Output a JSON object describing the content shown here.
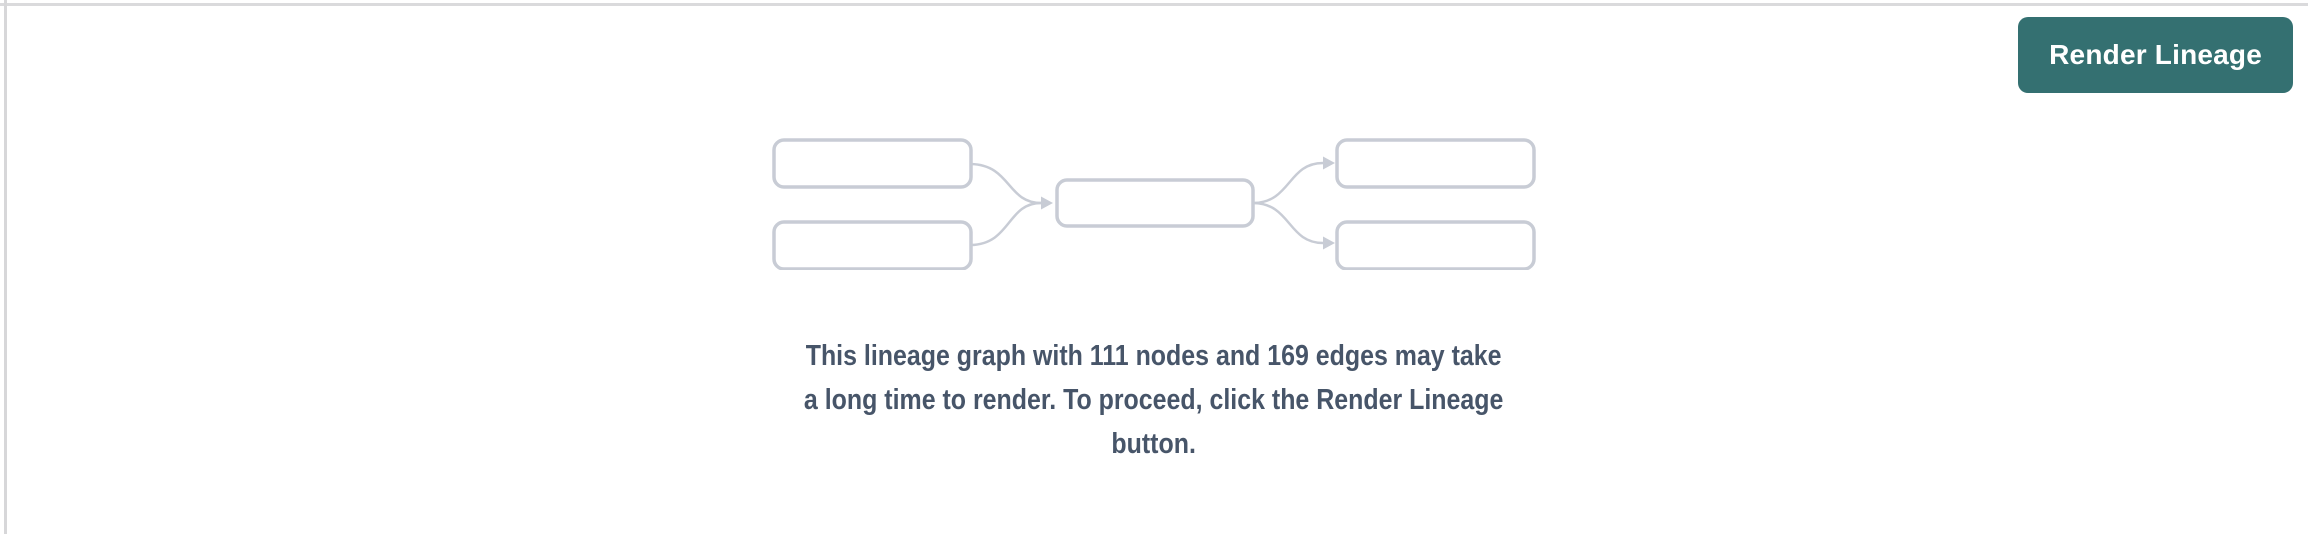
{
  "panel": {
    "background_color": "#ffffff",
    "border_color": "#d9d9db"
  },
  "toolbar": {
    "render_button_label": "Render Lineage",
    "render_button_color": "#347071",
    "render_button_text_color": "#ffffff"
  },
  "empty_state": {
    "message": "This lineage graph with 111 nodes and 169 edges may take a long time to render. To proceed, click the Render Lineage button.",
    "message_lines": [
      "This lineage graph with 111 nodes and 169 edges may take",
      "a long time to render. To proceed, click the Render Lineage",
      "button."
    ],
    "node_count": "111",
    "edge_count": "169",
    "message_text_color": "#475569",
    "graphic": {
      "box_border_color": "#c8ccd5",
      "arrow_color": "#c8ccd5",
      "box_fill_color": "#ffffff"
    }
  }
}
